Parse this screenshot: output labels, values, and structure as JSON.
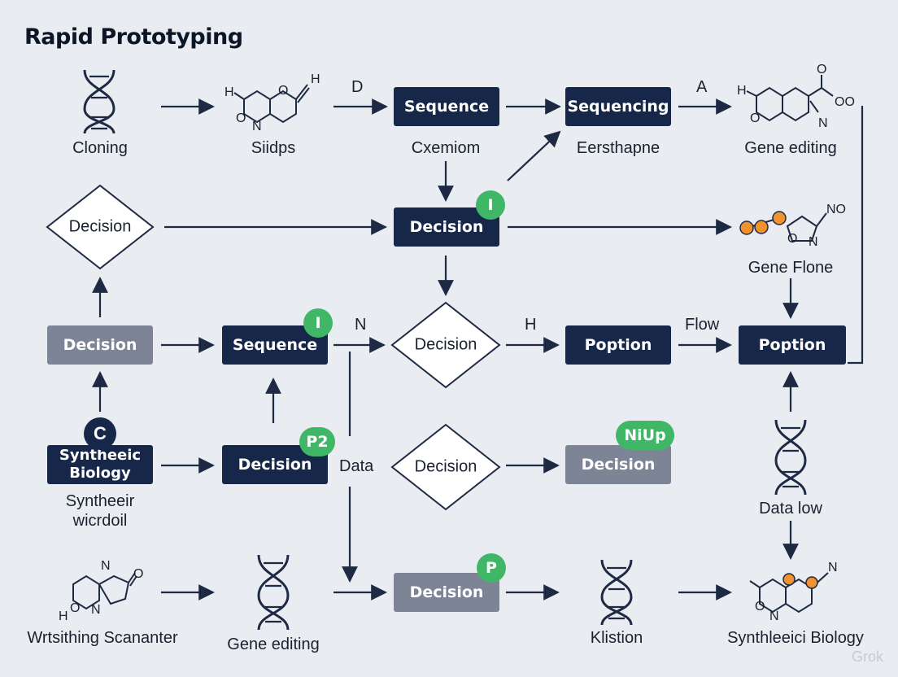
{
  "title": "Rapid Prototyping",
  "colors": {
    "background": "#e9ecf1",
    "node_dark": "#17274a",
    "node_gray": "#7c8496",
    "badge_green": "#3fb766",
    "atom_orange": "#f0922f",
    "arrow": "#1e2a44"
  },
  "nodes": {
    "sequence_top": "Sequence",
    "sequencing": "Sequencing",
    "decision_diamond_left": "Decision",
    "decision_center_top": "Decision",
    "decision_gray_left": "Decision",
    "sequence_mid": "Sequence",
    "decision_diamond_mid": "Decision",
    "poption_mid": "Poption",
    "poption_right": "Poption",
    "synthetic_biology_box": "Syntheeic Biology",
    "decision_row4": "Decision",
    "decision_diamond_row4": "Decision",
    "decision_gray_row4": "Decision",
    "decision_gray_bottom": "Decision"
  },
  "labels": {
    "cloning": "Cloning",
    "siidps": "Siidps",
    "cxemiom": "Cxemiom",
    "eersthapne": "Eersthapne",
    "gene_editing_top": "Gene editing",
    "gene_flone": "Gene Flone",
    "synthetic_wicrdoil_line1": "Syntheeir",
    "synthetic_wicrdoil_line2": "wicrdoil",
    "data_low": "Data low",
    "wrtsithing": "Wrtsithing Scananter",
    "gene_editing_bottom": "Gene editing",
    "klistion": "Klistion",
    "synth_biology_bottom": "Synthleeici Biology"
  },
  "flow_labels": {
    "d": "D",
    "a": "A",
    "n": "N",
    "h": "H",
    "flow": "Flow",
    "data": "Data"
  },
  "badges": {
    "i_top": "I",
    "i_mid": "I",
    "p2": "P2",
    "niup": "NiUp",
    "p_bottom": "P",
    "c": "C"
  },
  "molecule_atoms": {
    "m1_h_left": "H",
    "m1_h_right": "H",
    "m1_o_ring": "O",
    "m1_o": "O",
    "m1_n": "N",
    "m2_h": "H",
    "m2_o_top": "O",
    "m2_oo": "OO",
    "m2_o": "O",
    "m2_n": "N",
    "m3_no": "NO",
    "m3_o": "O",
    "m3_n": "N",
    "m4_n": "N",
    "m4_o_right": "O",
    "m4_h": "H",
    "m4_o": "O",
    "m4_n_ring": "N",
    "m5_n": "N",
    "m5_o": "O",
    "m5_n_ring": "N"
  },
  "watermark": "Grok"
}
